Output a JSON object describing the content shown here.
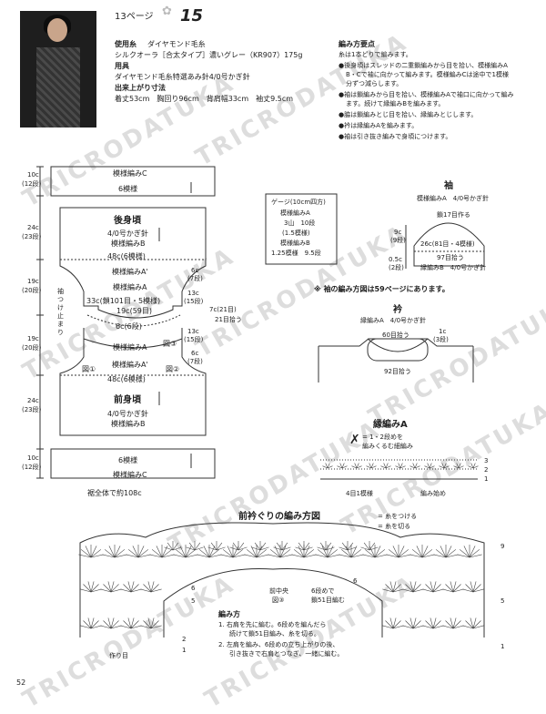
{
  "header": {
    "page_ref": "13ページ",
    "pattern_no": "15",
    "yarn_label": "使用糸",
    "yarn_brand": "ダイヤモンド毛糸",
    "yarn_detail": "シルクオーラ［合太タイプ］濃いグレー（KR907）175g",
    "tools_label": "用具",
    "tools_detail": "ダイヤモンド毛糸特選あみ針4/0号かぎ針",
    "size_label": "出来上がり寸法",
    "size_detail": "着丈53cm　胸回り96cm　背肩幅33cm　袖丈9.5cm"
  },
  "instructions": {
    "title": "編み方要点",
    "lines": [
      "糸は1本どりで編みます。",
      "●後身頃はスレッドの二重鎖編みから目を拾い、模様編みA",
      "B・Cで袖に向かって編みます。模様編みCは途中で1模様",
      "分ずつ減らします。",
      "●袖は鎖編みから目を拾い、模様編みAで袖口に向かって編み",
      "ます。続けて縁編みBを編みます。",
      "●脇は鎖編みとじ目を拾い、縁編みとじします。",
      "●衿は縁編みAを編みます。",
      "●袖は引き抜き編みで身頃につけます。"
    ]
  },
  "body_diagram": {
    "top_pattern": "模様編みC",
    "top_count": "6模様",
    "back_title": "後身頃",
    "back_needle": "4/0号かぎ針",
    "back_pattern": "模様編みB",
    "chest_back": "48c(6模様)",
    "pattern_a_prime_1": "模様編みA'",
    "pattern_a_1": "模様編みA",
    "neck_back": "33c(鎖101目・5模様)",
    "neck_back_2": "19c(59目)",
    "center_6c": "6c(6段)",
    "pattern_a_2": "模様編みA",
    "pattern_a_prime_2": "模様編みA'",
    "zu1": "図①",
    "zu2": "図②",
    "zu3": "図③",
    "chest_front": "48c(6模様)",
    "front_title": "前身頃",
    "front_needle": "4/0号かぎ針",
    "front_pattern": "模様編みB",
    "bottom_count": "6模様",
    "bottom_pattern": "模様編みC",
    "hem": "裾全体で約108c",
    "left_10c_a": "10c",
    "left_12dan_a": "(12段)",
    "left_24c_a": "24c",
    "left_23dan_a": "(23段)",
    "left_19c_a": "19c",
    "left_20dan_a": "(20段)",
    "left_19c_b": "19c",
    "left_20dan_b": "(20段)",
    "left_24c_b": "24c",
    "left_23dan_b": "(23段)",
    "left_10c_b": "10c",
    "left_12dan_b": "(12段)",
    "side_mark": "袖つけ止まり",
    "right_6c_a": "6c",
    "right_7dan_a": "(7段)",
    "right_13c_a": "13c",
    "right_15dan_a": "(15段)",
    "right_7c": "7c(21目)",
    "right_21": "21目拾う",
    "right_13c_b": "13c",
    "right_15dan_b": "(15段)",
    "right_6c_b": "6c",
    "right_7dan_b": "(7段)"
  },
  "gauge": {
    "title": "ゲージ(10cm四方)",
    "l1": "模様編みA",
    "l2": "3山　10段",
    "l3": "(1.5模様)",
    "l4": "模様編みB",
    "l5": "1.25模様　9.5段"
  },
  "sleeve": {
    "title": "袖",
    "sub": "模様編みA　4/0号かぎ針",
    "cast": "鎖17目作る",
    "w": "26c(81目・4模様)",
    "pick": "97目拾う",
    "edge": "縁編みB　4/0号かぎ針",
    "h1": "9c",
    "h1d": "(9段)",
    "h2": "0.5c",
    "h2d": "(2段)",
    "note": "※ 袖の編み方図は59ページにあります。"
  },
  "collar": {
    "title": "衿",
    "sub": "縁編みA　4/0号かぎ針",
    "pick1": "60目拾う",
    "h": "1c",
    "hd": "(3段)",
    "pick2": "92目拾う"
  },
  "edging_a": {
    "title": "縁編みA",
    "legend1": "= 1・2段めを",
    "legend2": "編みくるむ細編み",
    "repeat": "4目1模様",
    "start": "編み始め",
    "rows": [
      "3",
      "2",
      "1"
    ]
  },
  "front_neck": {
    "title": "前衿ぐりの編み方図",
    "attach": "= 糸をつける",
    "cut": "= 糸を切る",
    "center": "前中央",
    "zu": "図③",
    "note1": "6段めで",
    "note2": "鎖51目編む",
    "start": "作り目",
    "rows_right": [
      "9",
      "5",
      "1"
    ],
    "rows_left": [
      "6",
      "5",
      "2",
      "1"
    ],
    "rows_mid": [
      "6"
    ],
    "method_title": "編み方",
    "m1": "1. 右肩を先に編む。6段めを編んだら",
    "m1b": "続けて鎖51目編み、糸を切る。",
    "m2": "2. 左肩を編み、6段めの立ち上がりの後、",
    "m2b": "引き抜きで右肩とつなぎ、一緒に編む。"
  },
  "page_number": "52",
  "watermark": "TRICRODATUKA"
}
